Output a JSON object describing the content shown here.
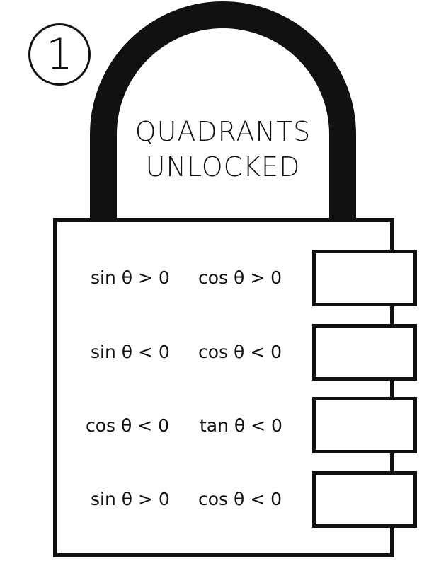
{
  "puzzle": {
    "number": "1",
    "title_line1": "QUADRANTS",
    "title_line2": "UNLOCKED"
  },
  "clues": [
    {
      "left": "sin θ > 0",
      "right": "cos θ > 0",
      "answer": ""
    },
    {
      "left": "sin θ < 0",
      "right": "cos θ < 0",
      "answer": ""
    },
    {
      "left": "cos θ < 0",
      "right": "tan θ < 0",
      "answer": ""
    },
    {
      "left": "sin θ > 0",
      "right": "cos θ < 0",
      "answer": ""
    }
  ]
}
